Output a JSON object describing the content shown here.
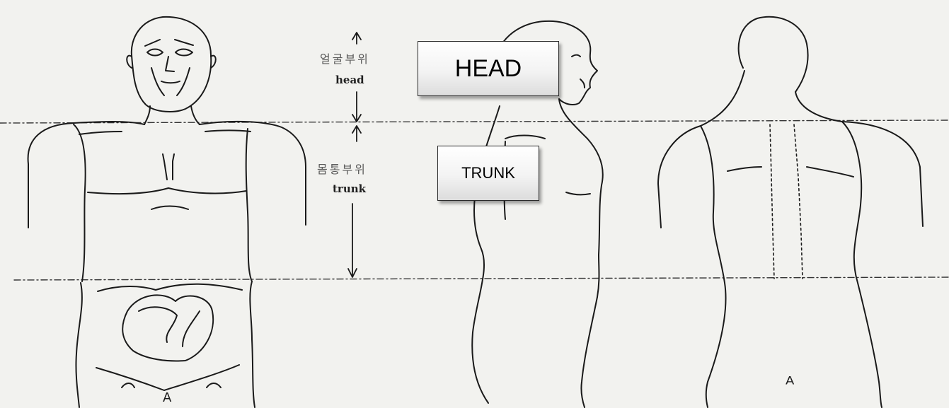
{
  "labels": {
    "head_ko": "얼굴부위",
    "head_en": "head",
    "trunk_ko": "몸통부위",
    "trunk_en": "trunk"
  },
  "callouts": {
    "head": "HEAD",
    "trunk": "TRUNK"
  },
  "figure_marks": {
    "front": "A",
    "back": "A"
  },
  "colors": {
    "paper": "#f2f2ef",
    "ink": "#1a1a1a",
    "callout_border": "#2b2b2b"
  }
}
